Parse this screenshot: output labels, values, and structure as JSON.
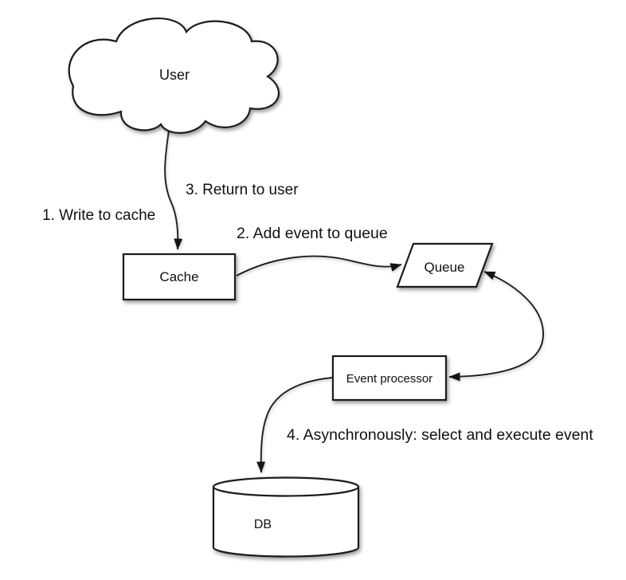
{
  "diagram": {
    "type": "flow-diagram",
    "background_color": "#ffffff",
    "stroke_color": "#1c1c1c",
    "shape_fill_color": "#ffffff",
    "text_color": "#111111",
    "nodes": {
      "user": {
        "label": "User",
        "shape": "cloud"
      },
      "cache": {
        "label": "Cache",
        "shape": "rectangle"
      },
      "queue": {
        "label": "Queue",
        "shape": "parallelogram"
      },
      "event_processor": {
        "label": "Event processor",
        "shape": "rectangle"
      },
      "db": {
        "label": "DB",
        "shape": "cylinder"
      }
    },
    "steps": {
      "step1": "1. Write to cache",
      "step2": "2. Add event to queue",
      "step3": "3. Return to user",
      "step4": "4. Asynchronously: select and execute event"
    },
    "edges": [
      {
        "from": "user",
        "to": "cache",
        "direction": "one-way"
      },
      {
        "from": "cache",
        "to": "queue",
        "direction": "one-way"
      },
      {
        "from": "queue",
        "to": "event_processor",
        "direction": "two-way"
      },
      {
        "from": "event_processor",
        "to": "db",
        "direction": "one-way"
      }
    ]
  }
}
